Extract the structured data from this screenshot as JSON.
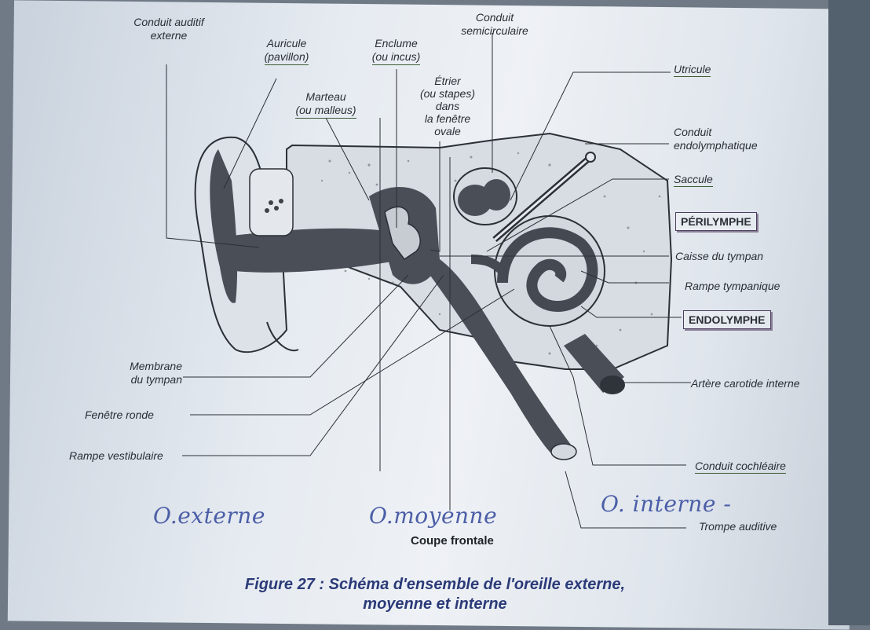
{
  "labels": {
    "conduit_auditif_externe": "Conduit auditif\nexterne",
    "auricule": "Auricule\n(pavillon)",
    "enclume": "Enclume\n(ou incus)",
    "conduit_semicirculaire": "Conduit\nsemicirculaire",
    "etrier": "Étrier\n(ou stapes)\ndans\nla fenêtre\novale",
    "marteau": "Marteau\n(ou malleus)",
    "utricule": "Utricule",
    "conduit_endolymphatique": "Conduit\nendolymphatique",
    "saccule": "Saccule",
    "caisse_du_tympan": "Caisse du tympan",
    "rampe_tympanique": "Rampe tympanique",
    "membrane_du_tympan": "Membrane\ndu tympan",
    "fenetre_ronde": "Fenêtre ronde",
    "rampe_vestibulaire": "Rampe vestibulaire",
    "artere_carotide": "Artère carotide interne",
    "conduit_cochleaire": "Conduit cochléaire",
    "trompe_auditive": "Trompe auditive"
  },
  "boxed": {
    "perilymphe": "PÉRILYMPHE",
    "endolymphe": "ENDOLYMPHE"
  },
  "handwritten": {
    "externe": "O.externe",
    "moyenne": "O.moyenne",
    "interne": "O. interne -"
  },
  "coupe_frontale": "Coupe frontale",
  "caption": "Figure 27 : Schéma d'ensemble de l'oreille externe,\nmoyenne et interne",
  "colors": {
    "ink": "#2a2e35",
    "caption": "#2b3a78",
    "handwriting": "#4b5ea7",
    "underline": "#3c5b33"
  }
}
